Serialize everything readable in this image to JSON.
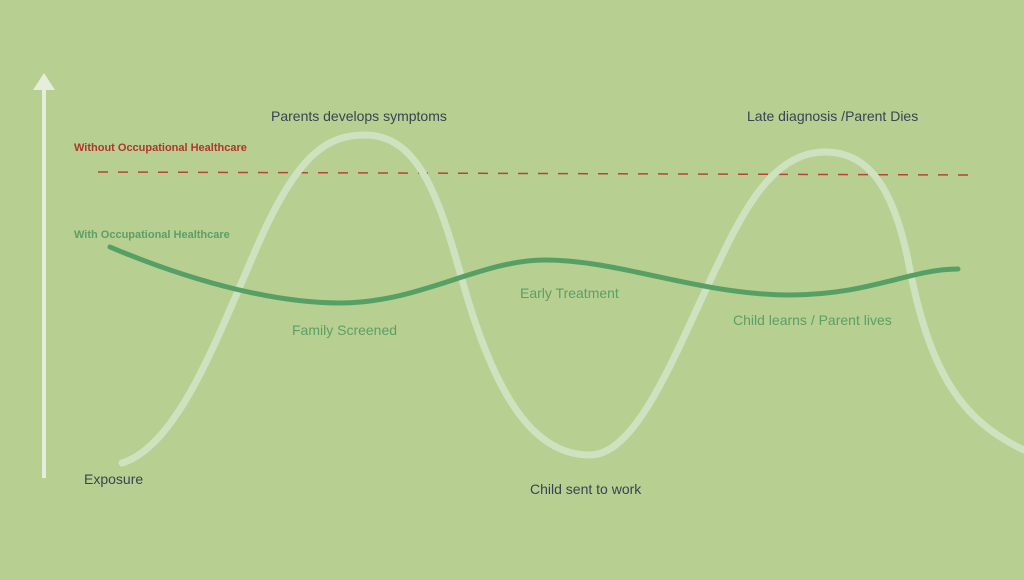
{
  "title_labels": {
    "parents_symptoms": "Parents develops symptoms",
    "late_diagnosis": "Late diagnosis /Parent Dies",
    "exposure": "Exposure",
    "child_work": "Child sent to work"
  },
  "legend": {
    "without": "Without Occupational Healthcare",
    "with": "With Occupational Healthcare"
  },
  "green_labels": {
    "family_screened": "Family Screened",
    "early_treatment": "Early Treatment",
    "child_learns": "Child learns / Parent lives"
  },
  "colors": {
    "background": "#b7cf91",
    "without_line": "#b5443a",
    "with_line": "#56a066",
    "risk_curve": "#cfe2bf",
    "text": "#3a4353"
  }
}
